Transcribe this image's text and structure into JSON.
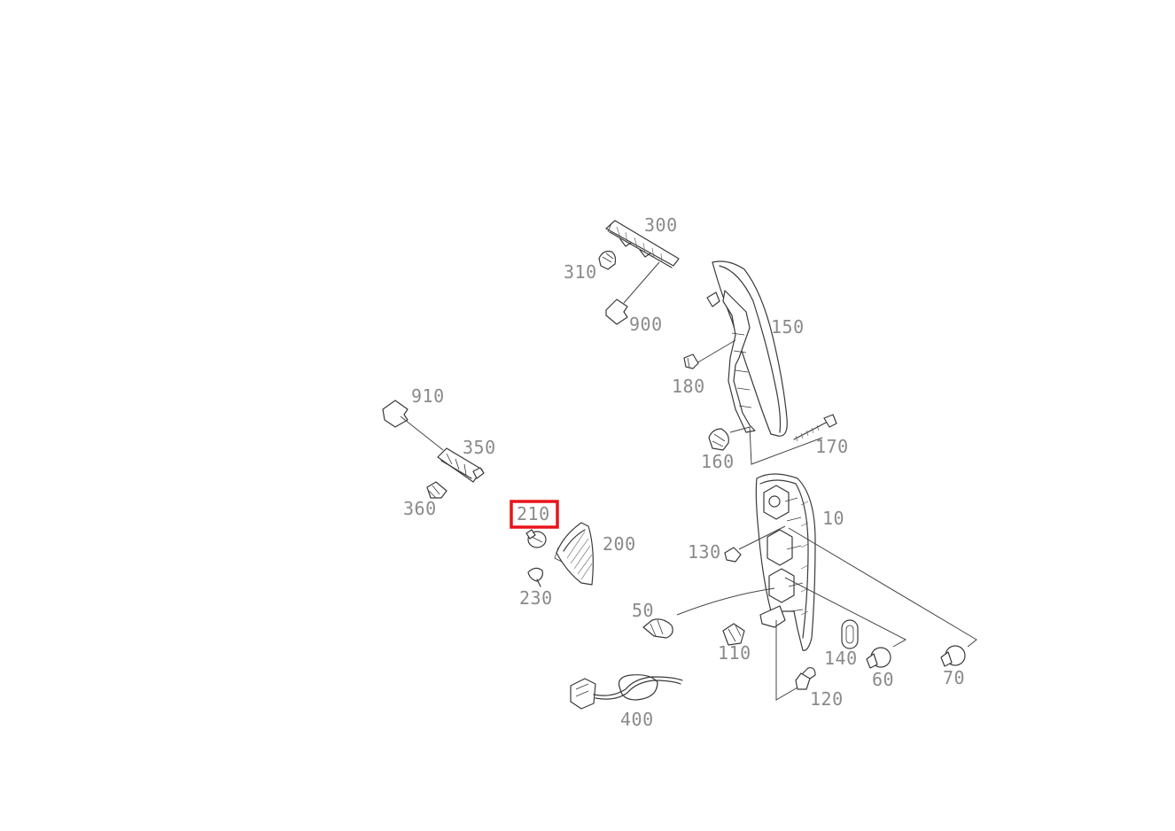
{
  "highlight": {
    "part": "210",
    "color": "#e8141b"
  },
  "parts": [
    {
      "id": "p300",
      "label": "300"
    },
    {
      "id": "p310",
      "label": "310"
    },
    {
      "id": "p900",
      "label": "900"
    },
    {
      "id": "p150",
      "label": "150"
    },
    {
      "id": "p180",
      "label": "180"
    },
    {
      "id": "p910",
      "label": "910"
    },
    {
      "id": "p350",
      "label": "350"
    },
    {
      "id": "p360",
      "label": "360"
    },
    {
      "id": "p170",
      "label": "170"
    },
    {
      "id": "p160",
      "label": "160"
    },
    {
      "id": "p210",
      "label": "210"
    },
    {
      "id": "p200",
      "label": "200"
    },
    {
      "id": "p10",
      "label": "10"
    },
    {
      "id": "p130",
      "label": "130"
    },
    {
      "id": "p230",
      "label": "230"
    },
    {
      "id": "p50",
      "label": "50"
    },
    {
      "id": "p110",
      "label": "110"
    },
    {
      "id": "p140",
      "label": "140"
    },
    {
      "id": "p60",
      "label": "60"
    },
    {
      "id": "p70",
      "label": "70"
    },
    {
      "id": "p120",
      "label": "120"
    },
    {
      "id": "p400",
      "label": "400"
    }
  ]
}
